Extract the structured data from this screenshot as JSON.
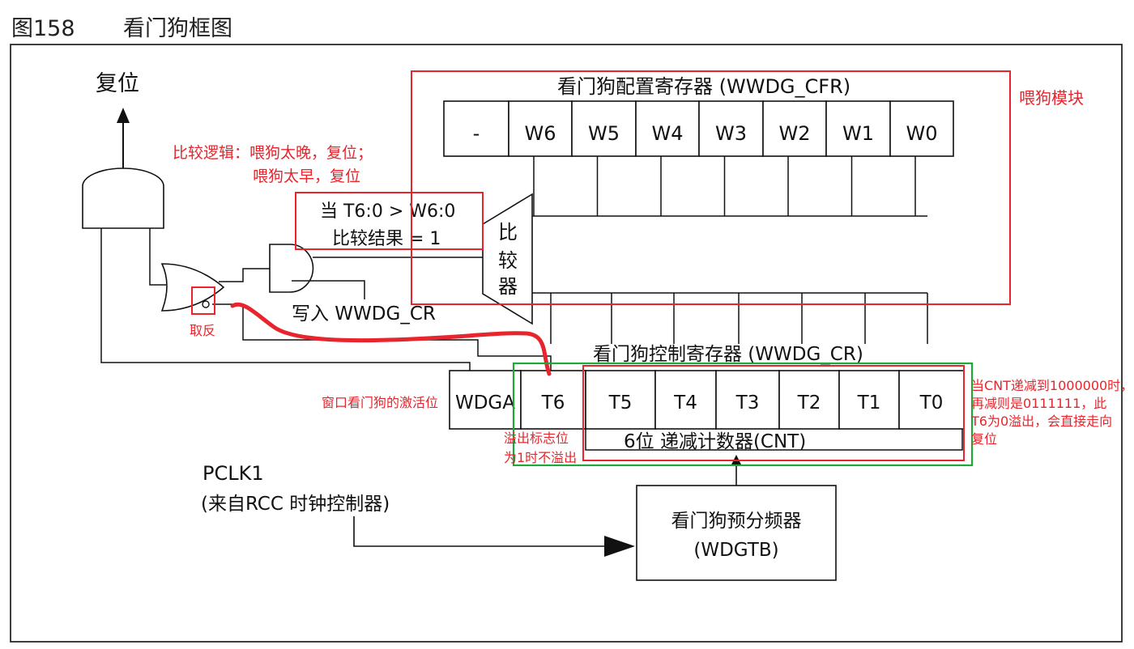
{
  "figure": {
    "number": "图158",
    "title": "看门狗框图"
  },
  "reset_label": "复位",
  "cfr": {
    "title": "看门狗配置寄存器 (WWDG_CFR)",
    "cells": [
      "-",
      "W6",
      "W5",
      "W4",
      "W3",
      "W2",
      "W1",
      "W0"
    ]
  },
  "comparator": {
    "chars": [
      "比",
      "较",
      "器"
    ]
  },
  "condition": {
    "line1": "当 T6:0 > W6:0",
    "line2": "比较结果 = 1"
  },
  "write_label": "写入 WWDG_CR",
  "cr": {
    "title": "看门狗控制寄存器 (WWDG_CR)",
    "cells": [
      "WDGA",
      "T6",
      "T5",
      "T4",
      "T3",
      "T2",
      "T1",
      "T0"
    ],
    "counter_label": "6位 递减计数器(CNT)"
  },
  "pclk": {
    "line1": "PCLK1",
    "line2": "(来自RCC 时钟控制器)"
  },
  "prescaler": {
    "line1": "看门狗预分频器",
    "line2": "(WDGTB)"
  },
  "annotations": {
    "feed_module": "喂狗模块",
    "compare_logic_1": "比较逻辑：喂狗太晚，复位；",
    "compare_logic_2": "喂狗太早，复位",
    "invert": "取反",
    "wdga_note": "窗口看门狗的激活位",
    "overflow_1": "溢出标志位",
    "overflow_2": "为1时不溢出",
    "cnt_note_1": "当CNT递减到1000000时，",
    "cnt_note_2": "再减则是0111111，此",
    "cnt_note_3": "T6为0溢出，会直接走向",
    "cnt_note_4": "复位"
  },
  "colors": {
    "annotation_red": "#e8242c",
    "highlight_green": "#1fa83a",
    "line_black": "#111111"
  }
}
